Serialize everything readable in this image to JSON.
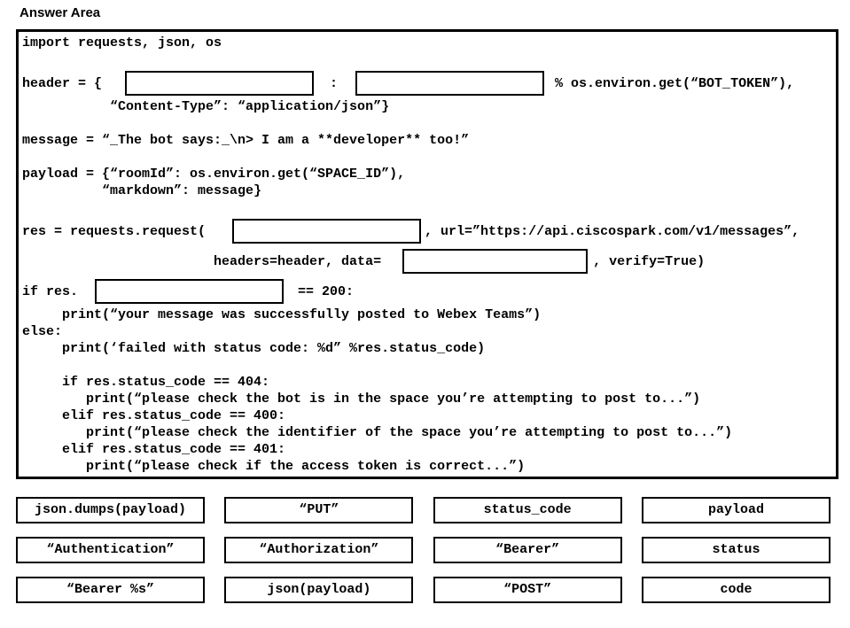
{
  "title": "Answer Area",
  "code": {
    "import_line": "import requests, json, os",
    "header_prefix": "header = {",
    "colon": ":",
    "header_suffix": "% os.environ.get(“BOT_TOKEN”),",
    "content_type_line": "           “Content-Type”: “application/json”}",
    "message_line": "message = “_The bot says:_\\n> I am a **developer** too!”",
    "payload_line": "payload = {“roomId”: os.environ.get(“SPACE_ID”),",
    "markdown_line": "          “markdown”: message}",
    "res_prefix": "res = requests.request(",
    "res_suffix": ", url=”https://api.ciscospark.com/v1/messages”,",
    "headers_prefix": "                        headers=header, data=",
    "headers_suffix": ", verify=True)",
    "if_prefix": "if res.",
    "if_suffix": "== 200:",
    "print_success": "     print(“your message was successfully posted to Webex Teams”)",
    "else_line": "else:",
    "print_failed": "     print(‘failed with status code: %d” %res.status_code)",
    "if_404": "     if res.status_code == 404:",
    "print_404": "        print(“please check the bot is in the space you’re attempting to post to...”)",
    "elif_400": "     elif res.status_code == 400:",
    "print_400": "        print(“please check the identifier of the space you’re attempting to post to...”)",
    "elif_401": "     elif res.status_code == 401:",
    "print_401": "        print(“please check if the access token is correct...”)"
  },
  "options": [
    "json.dumps(payload)",
    "“PUT”",
    "status_code",
    "payload",
    "“Authentication”",
    "“Authorization”",
    "“Bearer”",
    "status",
    "“Bearer %s”",
    "json(payload)",
    "“POST”",
    "code"
  ]
}
